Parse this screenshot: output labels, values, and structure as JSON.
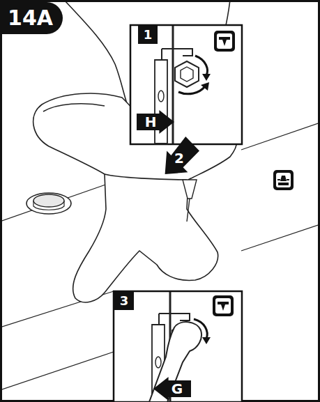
{
  "diagram": {
    "nodes": [
      {
        "text": [
          "14A"
        ]
      },
      {
        "text": [
          "1"
        ]
      },
      {
        "text": [
          "H"
        ]
      },
      {
        "text": [
          "2"
        ]
      },
      {
        "text": [
          "3"
        ]
      },
      {
        "text": [
          "G"
        ]
      }
    ]
  }
}
